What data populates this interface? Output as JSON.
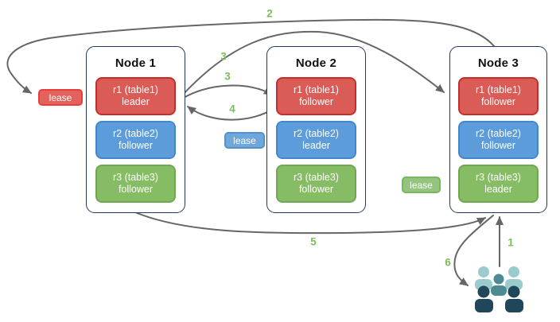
{
  "nodes": [
    {
      "title": "Node 1",
      "replicas": [
        {
          "name": "r1 (table1)",
          "role": "leader"
        },
        {
          "name": "r2 (table2)",
          "role": "follower"
        },
        {
          "name": "r3 (table3)",
          "role": "follower"
        }
      ]
    },
    {
      "title": "Node 2",
      "replicas": [
        {
          "name": "r1 (table1)",
          "role": "follower"
        },
        {
          "name": "r2 (table2)",
          "role": "leader"
        },
        {
          "name": "r3 (table3)",
          "role": "follower"
        }
      ]
    },
    {
      "title": "Node 3",
      "replicas": [
        {
          "name": "r1 (table1)",
          "role": "follower"
        },
        {
          "name": "r2 (table2)",
          "role": "follower"
        },
        {
          "name": "r3 (table3)",
          "role": "leader"
        }
      ]
    }
  ],
  "leases": {
    "red": {
      "label": "lease"
    },
    "blue": {
      "label": "lease"
    },
    "green": {
      "label": "lease"
    }
  },
  "steps": {
    "s1": "1",
    "s2": "2",
    "s3a": "3",
    "s3b": "3",
    "s4": "4",
    "s5": "5",
    "s6": "6"
  },
  "icons": {
    "users": "users-group-icon"
  },
  "colors": {
    "replica_red": "#db5b57",
    "replica_red_border": "#c32f2a",
    "replica_blue": "#5c9cdb",
    "replica_blue_border": "#4288cc",
    "replica_green": "#86bd64",
    "replica_green_border": "#6fa850",
    "lease_red": "#e2625e",
    "lease_red_border": "#ee3c3c",
    "lease_blue": "#6fa7db",
    "lease_blue_border": "#5590cb",
    "lease_green": "#94c57e",
    "lease_green_border": "#7ab55f",
    "node_border": "#20395c",
    "arrow": "#666666",
    "step_label": "#7cbd5b",
    "users_light": "#9ccbcd",
    "users_mid": "#4d8a92",
    "users_dark": "#1f4759"
  }
}
